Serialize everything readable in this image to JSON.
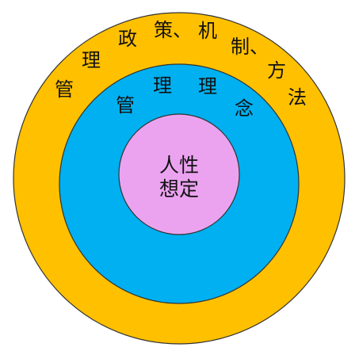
{
  "diagram": {
    "outer": {
      "label_chars": [
        "管",
        "理",
        "政",
        "策、",
        "机",
        "制、",
        "方",
        "法"
      ],
      "color": "#FFC000"
    },
    "middle": {
      "label_chars": [
        "管",
        "理",
        "理",
        "念"
      ],
      "color": "#00B0F0"
    },
    "inner": {
      "label_lines": [
        "人性",
        "想定"
      ],
      "color": "#EBA3F0"
    },
    "stroke_color": "#333333"
  }
}
